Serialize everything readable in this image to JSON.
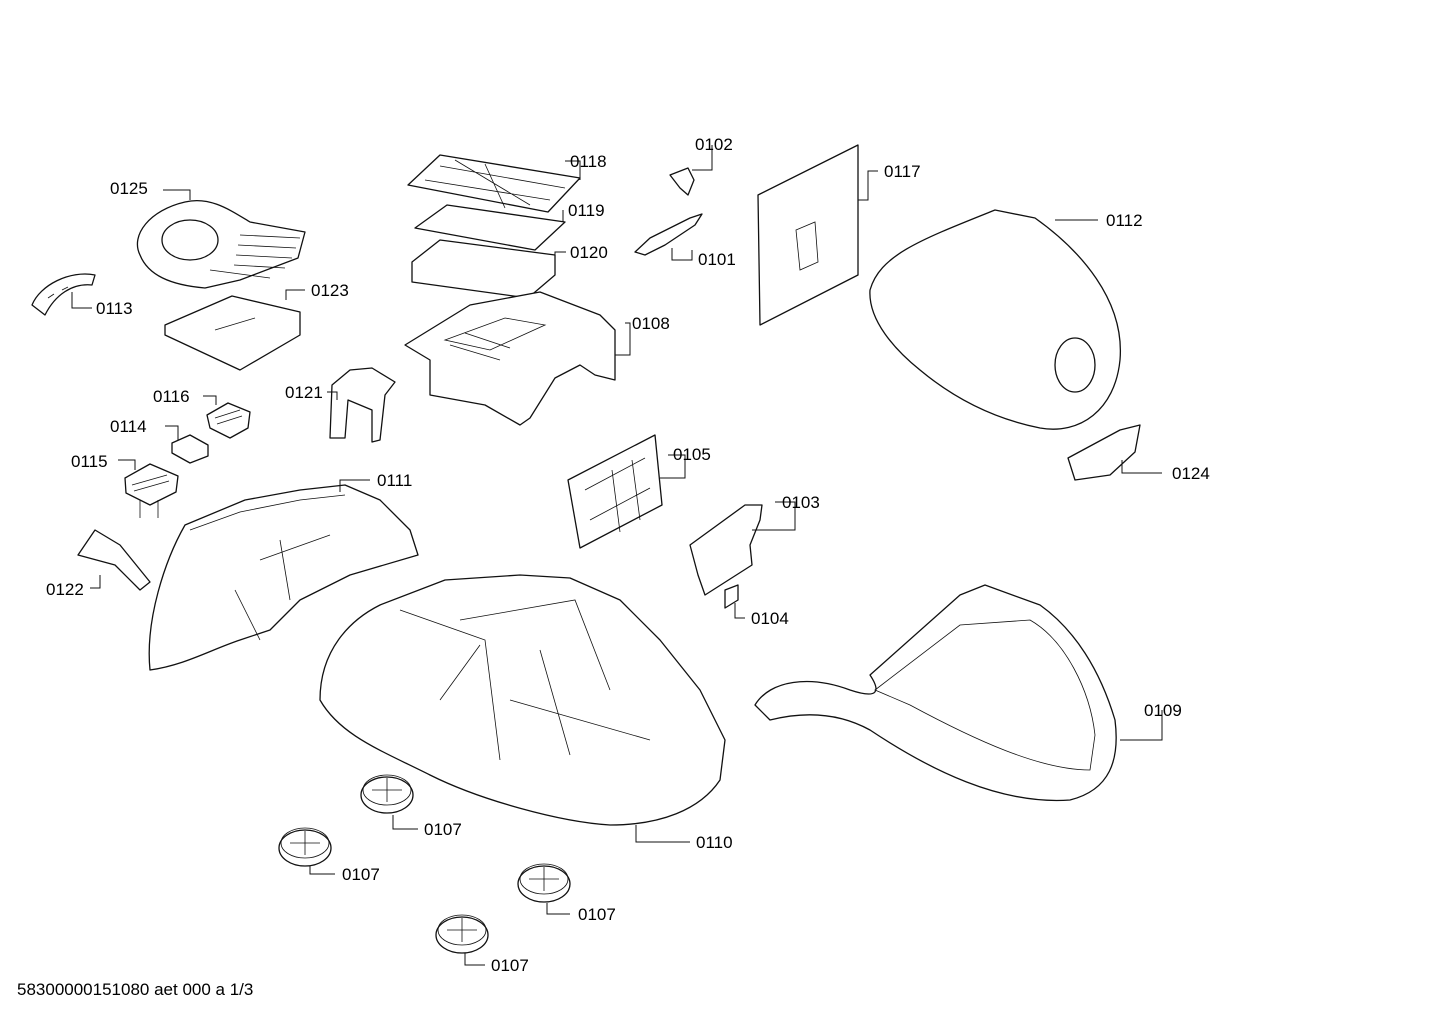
{
  "callouts": {
    "p0101": "0101",
    "p0102": "0102",
    "p0103": "0103",
    "p0104": "0104",
    "p0105": "0105",
    "p0107": "0107",
    "p0108": "0108",
    "p0109": "0109",
    "p0110": "0110",
    "p0111": "0111",
    "p0112": "0112",
    "p0113": "0113",
    "p0114": "0114",
    "p0115": "0115",
    "p0116": "0116",
    "p0117": "0117",
    "p0118": "0118",
    "p0119": "0119",
    "p0120": "0120",
    "p0121": "0121",
    "p0122": "0122",
    "p0123": "0123",
    "p0124": "0124",
    "p0125": "0125"
  },
  "footer": "58300000151080 aet 000 a 1/3"
}
